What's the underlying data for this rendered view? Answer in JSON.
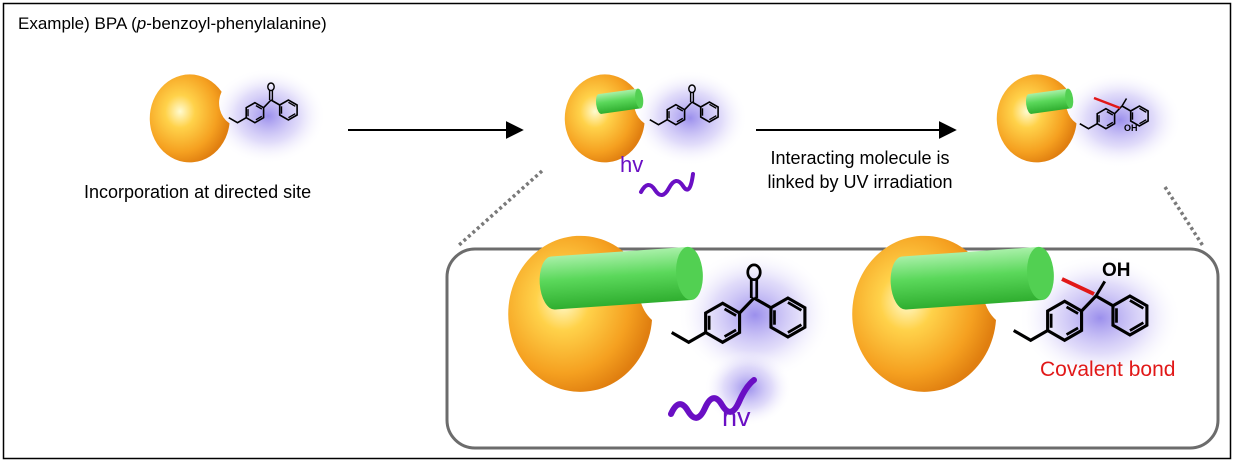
{
  "header": {
    "title_prefix": "Example) BPA (",
    "title_italic": "p",
    "title_suffix": "-benzoyl-phenylalanine)"
  },
  "steps": {
    "incorporation_caption": "Incorporation at directed site",
    "uv_caption_line1": "Interacting molecule is",
    "uv_caption_line2": "linked by UV irradiation"
  },
  "labels": {
    "hv_small": "hv",
    "hv_large": "hv",
    "hydroxyl_small": "OH",
    "hydroxyl_large": "OH",
    "covalent_bond": "Covalent bond"
  },
  "colors": {
    "protein_orange": "#f5a020",
    "ligand_green": "#4fd24f",
    "uv_purple": "#6a0fc4",
    "bond_red": "#e11818",
    "glow_violet": "#8a7ae0"
  },
  "icons": [
    "protein-pacman-icon",
    "ligand-cylinder-icon",
    "benzophenone-icon",
    "uv-wave-icon",
    "arrow-icon"
  ]
}
